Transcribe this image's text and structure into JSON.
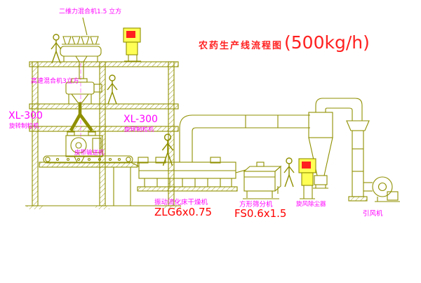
{
  "title": {
    "text": "农药生产线流程图",
    "capacity": "(500kg/h)"
  },
  "labels": {
    "top_mixer": "二维力混合机1.5 立方",
    "high_speed_mixer": "高速混合机3立方",
    "granulator_left_model": "XL-300",
    "granulator_left_name": "旋转制粒机",
    "granulator_center_model": "XL-300",
    "granulator_center_name": "旋转制粒机",
    "belt_conveyor": "皮带输送机",
    "dryer_name": "振动流化床干燥机",
    "dryer_model": "ZLG6x0.75",
    "sifter_name": "方形筛分机",
    "sifter_model": "FS0.6x1.5",
    "cyclone_name": "旋风除尘器",
    "fan_name": "引风机"
  },
  "colors": {
    "background": "#FFFFFF",
    "line": "#8F8F00",
    "label": "#FF00FF",
    "model": "#FF0000",
    "title": "#FF2020",
    "centerline": "#FF66FF",
    "cabinet_fill": "#FFFF55",
    "cabinet_mark": "#FF1F1F"
  }
}
